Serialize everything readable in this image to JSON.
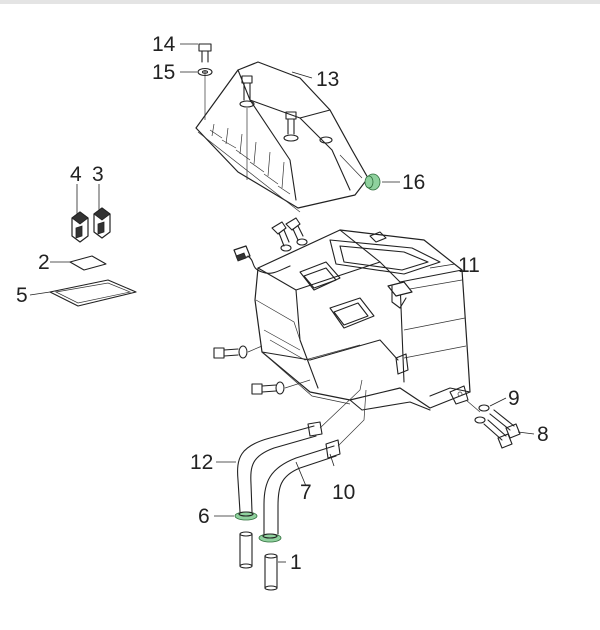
{
  "callouts": [
    "14",
    "15",
    "13",
    "4",
    "3",
    "16",
    "2",
    "11",
    "5",
    "9",
    "8",
    "12",
    "10",
    "6",
    "7",
    "1"
  ],
  "colors": {
    "line": "#222222",
    "highlight": "#8fd19e",
    "background": "#ffffff"
  }
}
